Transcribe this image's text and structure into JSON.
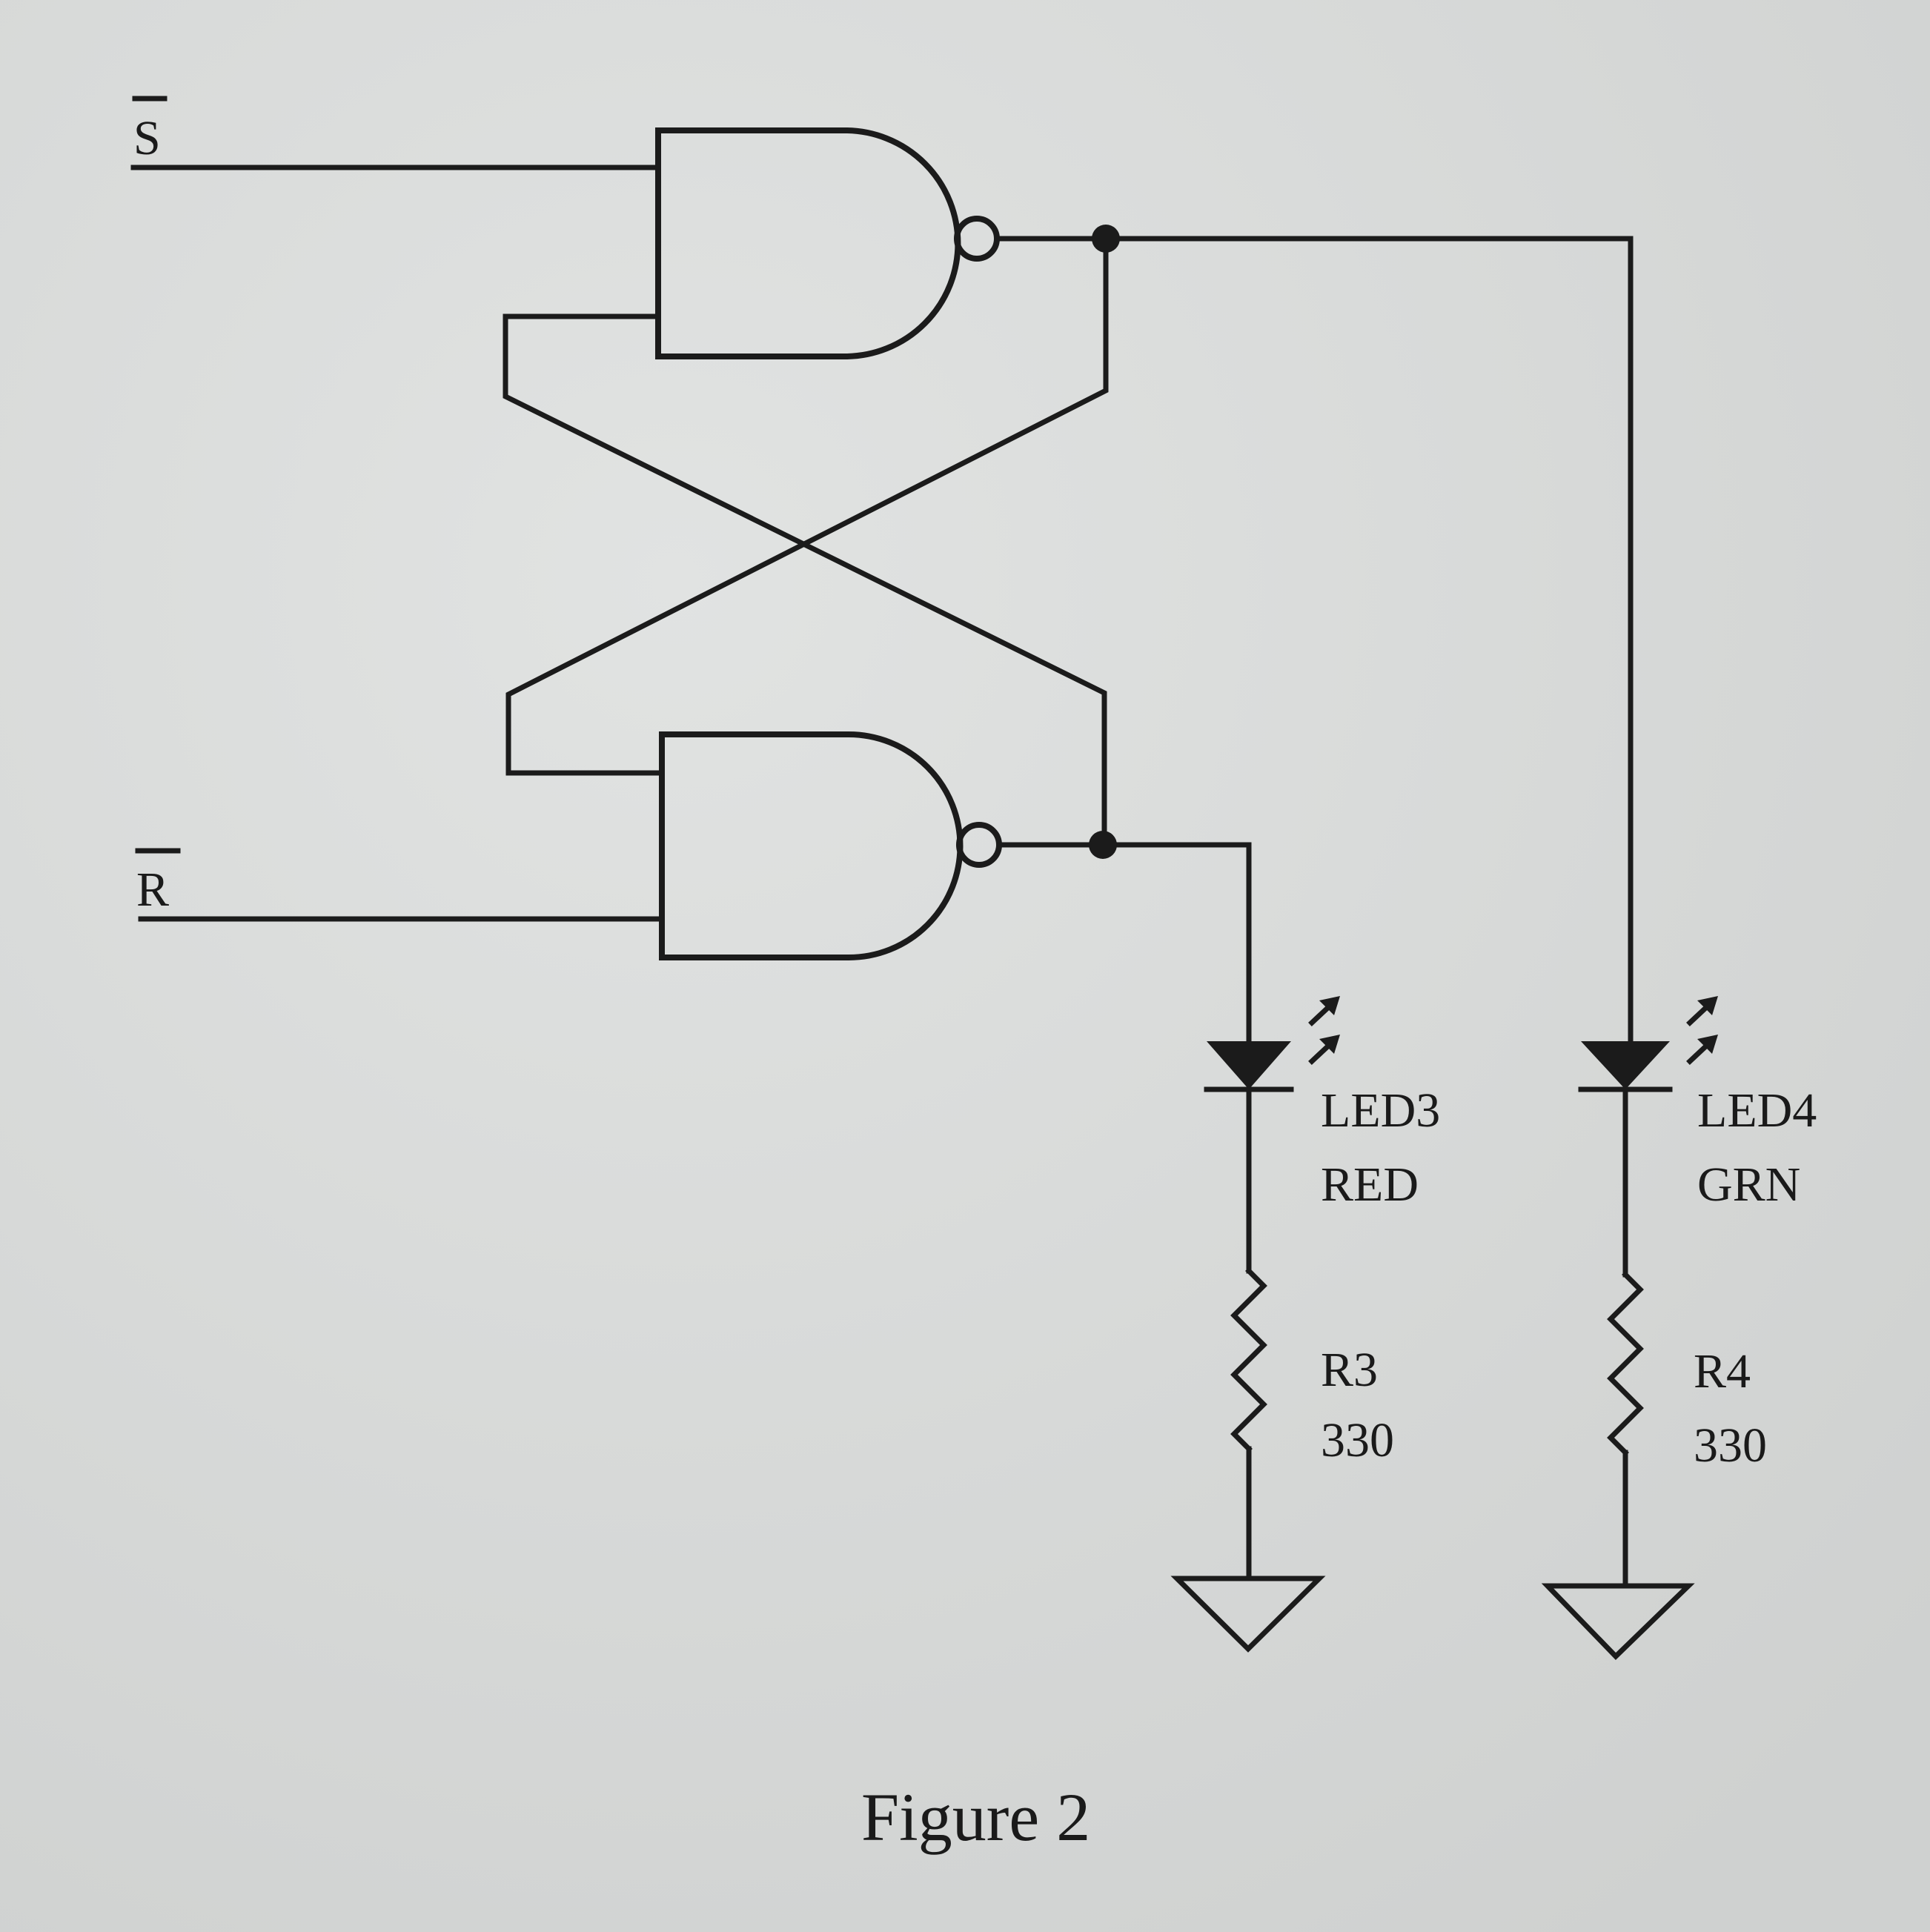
{
  "inputs": {
    "s_bar": "S",
    "r_bar": "R"
  },
  "leds": [
    {
      "name": "LED3",
      "color": "RED"
    },
    {
      "name": "LED4",
      "color": "GRN"
    }
  ],
  "resistors": [
    {
      "name": "R3",
      "value": "330"
    },
    {
      "name": "R4",
      "value": "330"
    }
  ],
  "caption": "Figure 2",
  "colors": {
    "ink": "#1b1b1b",
    "paper": "#dadcdb"
  }
}
